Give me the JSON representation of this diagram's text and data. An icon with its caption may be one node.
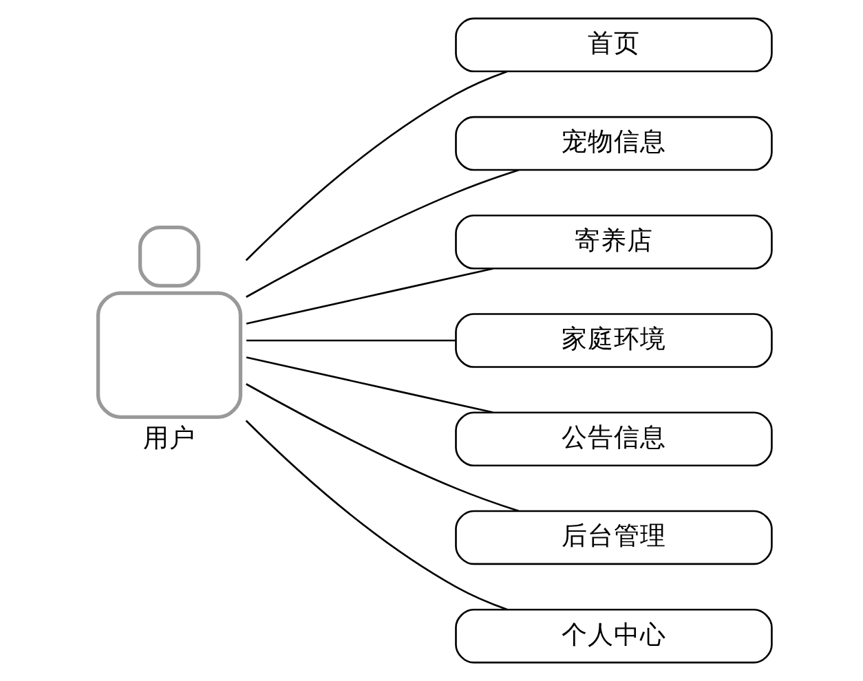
{
  "diagram": {
    "nodes": [
      {
        "text": [
          "用户"
        ]
      },
      {
        "text": [
          "首页"
        ]
      },
      {
        "text": [
          "宠物信息"
        ]
      },
      {
        "text": [
          "寄养店"
        ]
      },
      {
        "text": [
          "家庭环境"
        ]
      },
      {
        "text": [
          "公告信息"
        ]
      },
      {
        "text": [
          "后台管理"
        ]
      },
      {
        "text": [
          "个人中心"
        ]
      }
    ],
    "edges": [
      {
        "from": 0,
        "to": 1,
        "arrow": "none"
      },
      {
        "from": 0,
        "to": 2,
        "arrow": "none"
      },
      {
        "from": 0,
        "to": 3,
        "arrow": "none"
      },
      {
        "from": 0,
        "to": 4,
        "arrow": "none"
      },
      {
        "from": 0,
        "to": 5,
        "arrow": "none"
      },
      {
        "from": 0,
        "to": 6,
        "arrow": "none"
      },
      {
        "from": 0,
        "to": 7,
        "arrow": "none"
      }
    ]
  }
}
